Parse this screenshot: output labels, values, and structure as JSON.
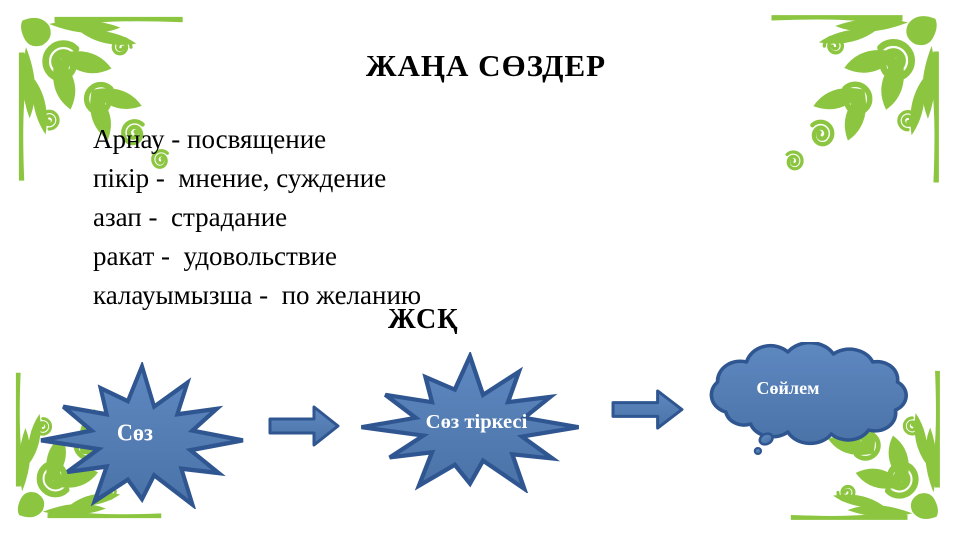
{
  "slide": {
    "title": "ЖАҢА СӨЗДЕР",
    "vocabulary": [
      "Арнау - посвящение",
      "пікір -  мнение, суждение",
      "азап -  страдание",
      "ракат -  удовольствие",
      "калауымызша -  по желанию"
    ],
    "subtitle": "ЖСҚ",
    "diagram": {
      "nodes": [
        {
          "shape": "starburst",
          "label": "Сөз"
        },
        {
          "shape": "starburst",
          "label": "Сөз тіркесі"
        },
        {
          "shape": "cloud",
          "label": "Сөйлем"
        }
      ],
      "connectors": [
        {
          "type": "right-arrow"
        },
        {
          "type": "right-arrow"
        }
      ]
    },
    "colors": {
      "ornament_green": "#8CC640",
      "shape_fill": "#5580B5",
      "shape_stroke": "#2F5690",
      "shape_label_text": "#FFFFFF",
      "body_text": "#000000",
      "background": "#FFFFFF"
    }
  }
}
